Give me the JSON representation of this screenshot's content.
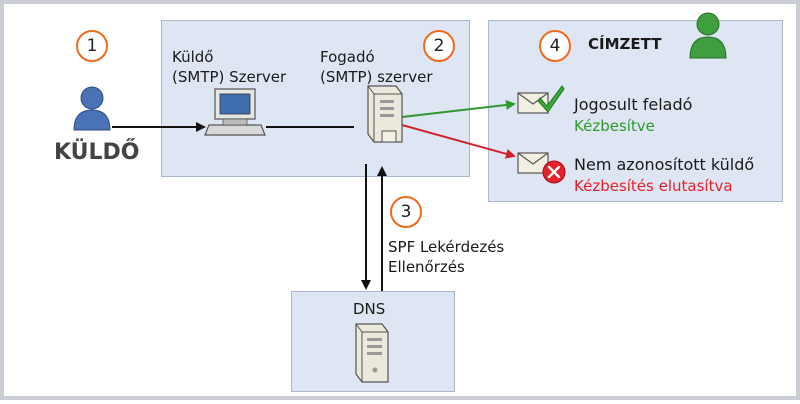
{
  "badges": [
    "1",
    "2",
    "3",
    "4"
  ],
  "sender": {
    "label": "KÜLDŐ"
  },
  "sending_server": {
    "label_line1": "Küldő",
    "label_line2": "(SMTP) Szerver"
  },
  "receiving_server": {
    "label_line1": "Fogadó",
    "label_line2": "(SMTP) szerver"
  },
  "recipient": {
    "label": "CÍMZETT"
  },
  "authorized": {
    "label": "Jogosult feladó",
    "status": "Kézbesítve"
  },
  "unauthorized": {
    "label": "Nem azonosított küldő",
    "status": "Kézbesítés elutasítva"
  },
  "spf": {
    "line1": "SPF Lekérdezés",
    "line2": "Ellenőrzés"
  },
  "dns": {
    "label": "DNS"
  },
  "colors": {
    "box_fill": "#dde6f2",
    "badge_border": "#f06a1e",
    "success": "#2e9a2e",
    "fail": "#e8202a",
    "person_sender": "#4a73b5",
    "person_recipient": "#3f9e3f"
  },
  "icons": [
    "person-icon",
    "workstation-icon",
    "server-icon",
    "envelope-icon",
    "checkmark-icon",
    "x-circle-icon"
  ]
}
